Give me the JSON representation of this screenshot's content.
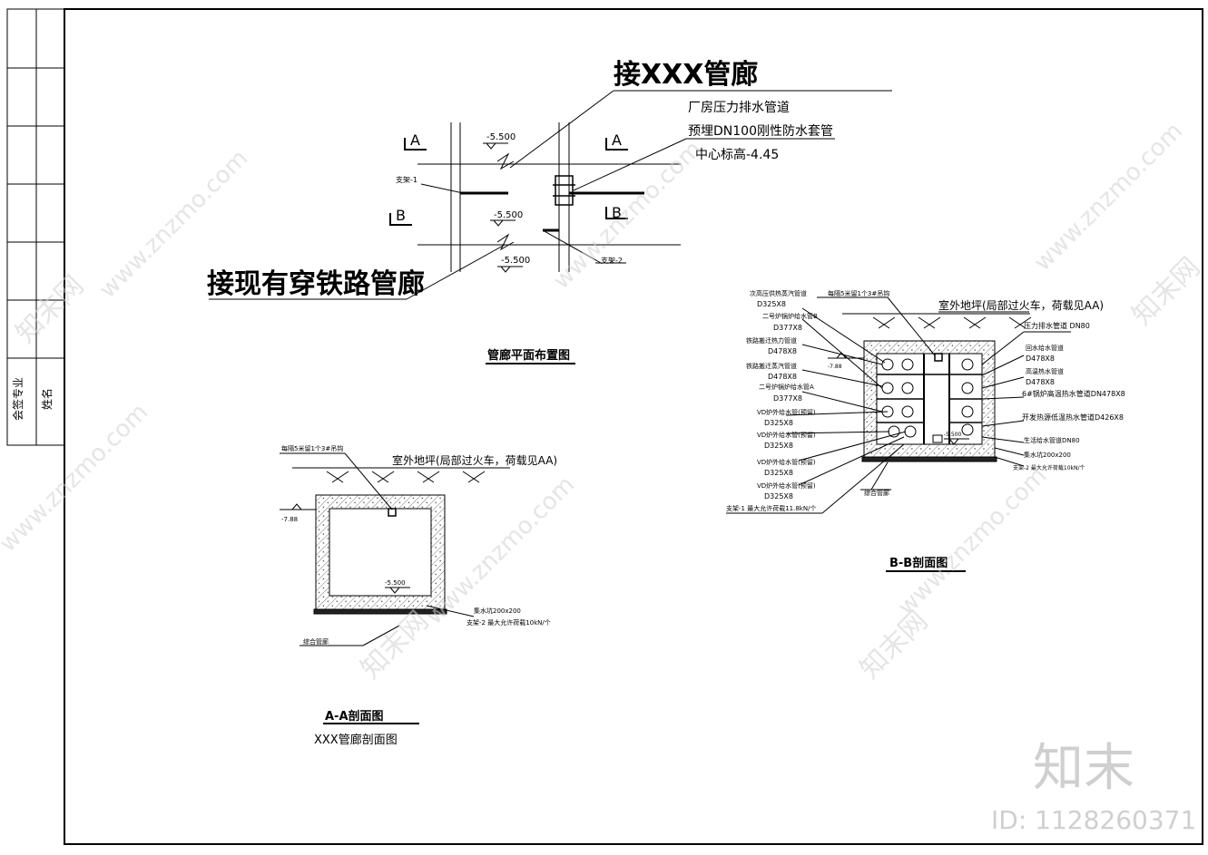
{
  "title_block": {
    "rows": [
      "会签专业",
      "姓名"
    ]
  },
  "plan": {
    "title_xxx": "接XXX管廊",
    "title_rail": "接现有穿铁路管廊",
    "note1": "厂房压力排水管道",
    "note2": "预埋DN100刚性防水套管",
    "note3": "中心标高-4.45",
    "sec_a": "A",
    "sec_b": "B",
    "elev1": "-5.500",
    "elev2": "-5.500",
    "elev3": "-5.500",
    "support1": "支架-1",
    "support2": "支架-2",
    "caption": "管廊平面布置图"
  },
  "section_aa": {
    "ground": "室外地坪(局部过火车，荷载见AA)",
    "top_note": "每隔5米留1个3#吊钩",
    "top_elev": "-7.88",
    "floor_elev": "-5.500",
    "drain": "集水坑200x200",
    "support": "支架-2 最大允许荷载10kN/个",
    "cushion": "综合管廊",
    "caption": "A-A剖面图",
    "subcaption": "XXX管廊剖面图"
  },
  "section_bb": {
    "ground": "室外地坪(局部过火车，荷载见AA)",
    "top_note": "每隔5米留1个3#吊钩",
    "top_elev": "-7.88",
    "floor_elev": "-5.500",
    "left_labels": [
      "次高压供热蒸汽管道",
      "D325X8",
      "二号炉锅炉给水管B",
      "D377X8",
      "铁路搬迁热力管道",
      "D478X8",
      "铁路搬迁蒸汽管道",
      "D478X8",
      "二号炉锅炉给水管A",
      "D377X8",
      "VD炉外给水管(预留)",
      "D325X8",
      "VD炉外给水管(预留)",
      "D325X8",
      "VD炉外给水管(预留)",
      "D325X8",
      "VD炉外给水管(预留)",
      "D325X8"
    ],
    "right_labels": [
      "压力排水管道 DN80",
      "回水给水管道",
      "D478X8",
      "高温热水管道",
      "D478X8",
      "6#锅炉高温热水管道DN478X8",
      "开发热源低温热水管道D426X8",
      "生活给水管道DN80",
      "集水坑200x200",
      "支架-2 最大允许荷载10kN/个"
    ],
    "support1": "支架-1 最大允许荷载11.8kN/个",
    "cushion": "综合管廊",
    "caption": "B-B剖面图"
  },
  "watermark": {
    "site": "www.znzmo.com",
    "brand": "知末网",
    "logo_text": "知末",
    "id_text": "ID: 1128260371"
  }
}
